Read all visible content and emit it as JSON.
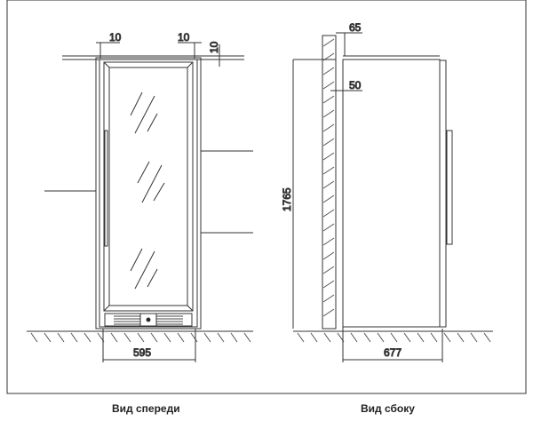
{
  "dimensions": {
    "front_gap_left": "10",
    "front_gap_right": "10",
    "front_gap_top": "10",
    "width": "595",
    "side_top_gap": "65",
    "side_back_gap": "50",
    "height": "1765",
    "depth": "677"
  },
  "captions": {
    "front_view": "Вид спереди",
    "side_view": "Вид сбоку"
  }
}
